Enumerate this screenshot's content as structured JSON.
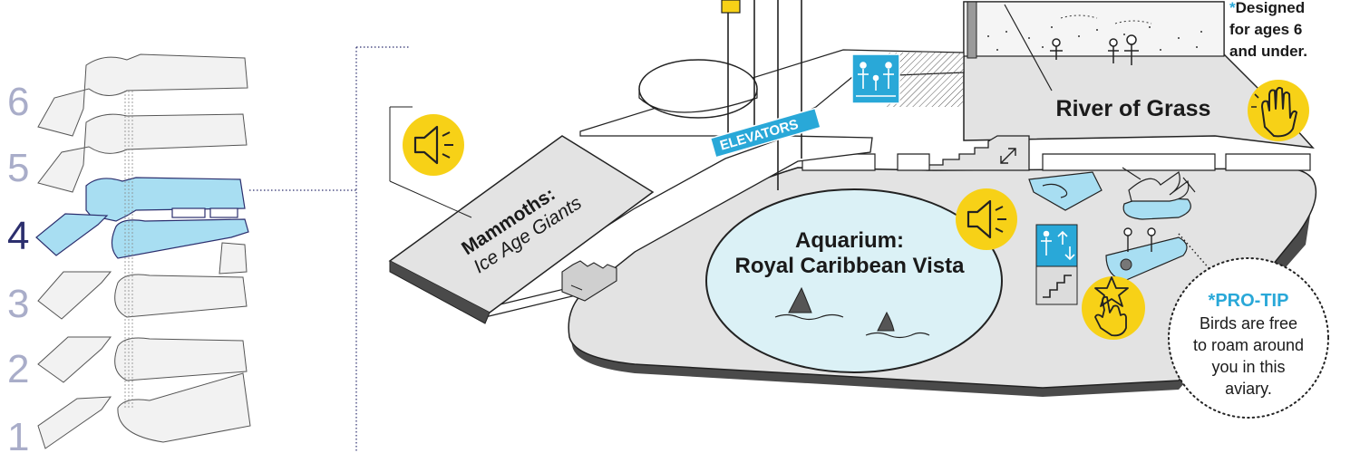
{
  "floor_selector": {
    "floors": [
      "6",
      "5",
      "4",
      "3",
      "2",
      "1"
    ],
    "current_floor": "4"
  },
  "exhibits": {
    "mammoths_title": "Mammoths:",
    "mammoths_subtitle": "Ice Age Giants",
    "aquarium_line1": "Aquarium:",
    "aquarium_line2": "Royal Caribbean Vista",
    "river": "River of Grass"
  },
  "signs": {
    "elevators": "ELEVATORS"
  },
  "age_note": {
    "asterisk": "*",
    "line1": "Designed",
    "line2": "for ages 6",
    "line3": "and under."
  },
  "pro_tip": {
    "title": "*PRO-TIP",
    "lines": [
      "Birds are free",
      "to roam around",
      "you in this",
      "aviary."
    ]
  },
  "icons": [
    "audio-guide-icon",
    "hands-on-icon",
    "restroom-family-icon",
    "elevator-icon",
    "stairs-icon",
    "touch-tank-icon",
    "expand-icon"
  ],
  "colors": {
    "active_floor": "#a8def2",
    "active_floor_number": "#2c2f6e",
    "inactive_floor_number": "#a9adc9",
    "icon_yellow": "#f7d117",
    "sign_blue": "#29a8d8",
    "floor_grey": "#e3e3e3",
    "water": "#dbf1f6"
  }
}
